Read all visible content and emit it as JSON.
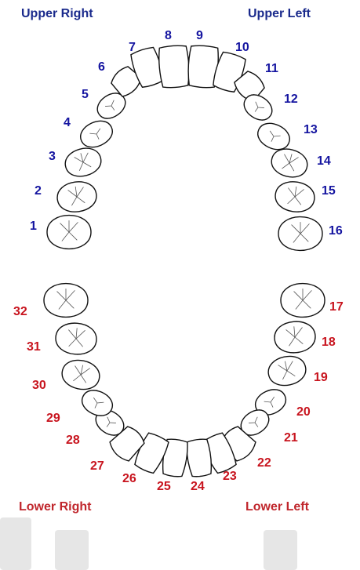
{
  "quadrants": {
    "upper_right": "Upper Right",
    "upper_left": "Upper Left",
    "lower_right": "Lower Right",
    "lower_left": "Lower Left"
  },
  "colors": {
    "upper_text": "#1414a0",
    "lower_text": "#c8141e",
    "tooth_outline": "#111111"
  },
  "teeth": [
    {
      "number": "1",
      "arch": "upper",
      "kind": "molar"
    },
    {
      "number": "2",
      "arch": "upper",
      "kind": "molar"
    },
    {
      "number": "3",
      "arch": "upper",
      "kind": "molar"
    },
    {
      "number": "4",
      "arch": "upper",
      "kind": "premolar"
    },
    {
      "number": "5",
      "arch": "upper",
      "kind": "premolar"
    },
    {
      "number": "6",
      "arch": "upper",
      "kind": "canine"
    },
    {
      "number": "7",
      "arch": "upper",
      "kind": "incisor"
    },
    {
      "number": "8",
      "arch": "upper",
      "kind": "incisor"
    },
    {
      "number": "9",
      "arch": "upper",
      "kind": "incisor"
    },
    {
      "number": "10",
      "arch": "upper",
      "kind": "incisor"
    },
    {
      "number": "11",
      "arch": "upper",
      "kind": "canine"
    },
    {
      "number": "12",
      "arch": "upper",
      "kind": "premolar"
    },
    {
      "number": "13",
      "arch": "upper",
      "kind": "premolar"
    },
    {
      "number": "14",
      "arch": "upper",
      "kind": "molar"
    },
    {
      "number": "15",
      "arch": "upper",
      "kind": "molar"
    },
    {
      "number": "16",
      "arch": "upper",
      "kind": "molar"
    },
    {
      "number": "17",
      "arch": "lower",
      "kind": "molar"
    },
    {
      "number": "18",
      "arch": "lower",
      "kind": "molar"
    },
    {
      "number": "19",
      "arch": "lower",
      "kind": "molar"
    },
    {
      "number": "20",
      "arch": "lower",
      "kind": "premolar"
    },
    {
      "number": "21",
      "arch": "lower",
      "kind": "premolar"
    },
    {
      "number": "22",
      "arch": "lower",
      "kind": "canine"
    },
    {
      "number": "23",
      "arch": "lower",
      "kind": "incisor"
    },
    {
      "number": "24",
      "arch": "lower",
      "kind": "incisor"
    },
    {
      "number": "25",
      "arch": "lower",
      "kind": "incisor"
    },
    {
      "number": "26",
      "arch": "lower",
      "kind": "incisor"
    },
    {
      "number": "27",
      "arch": "lower",
      "kind": "canine"
    },
    {
      "number": "28",
      "arch": "lower",
      "kind": "premolar"
    },
    {
      "number": "29",
      "arch": "lower",
      "kind": "premolar"
    },
    {
      "number": "30",
      "arch": "lower",
      "kind": "molar"
    },
    {
      "number": "31",
      "arch": "lower",
      "kind": "molar"
    },
    {
      "number": "32",
      "arch": "lower",
      "kind": "molar"
    }
  ]
}
